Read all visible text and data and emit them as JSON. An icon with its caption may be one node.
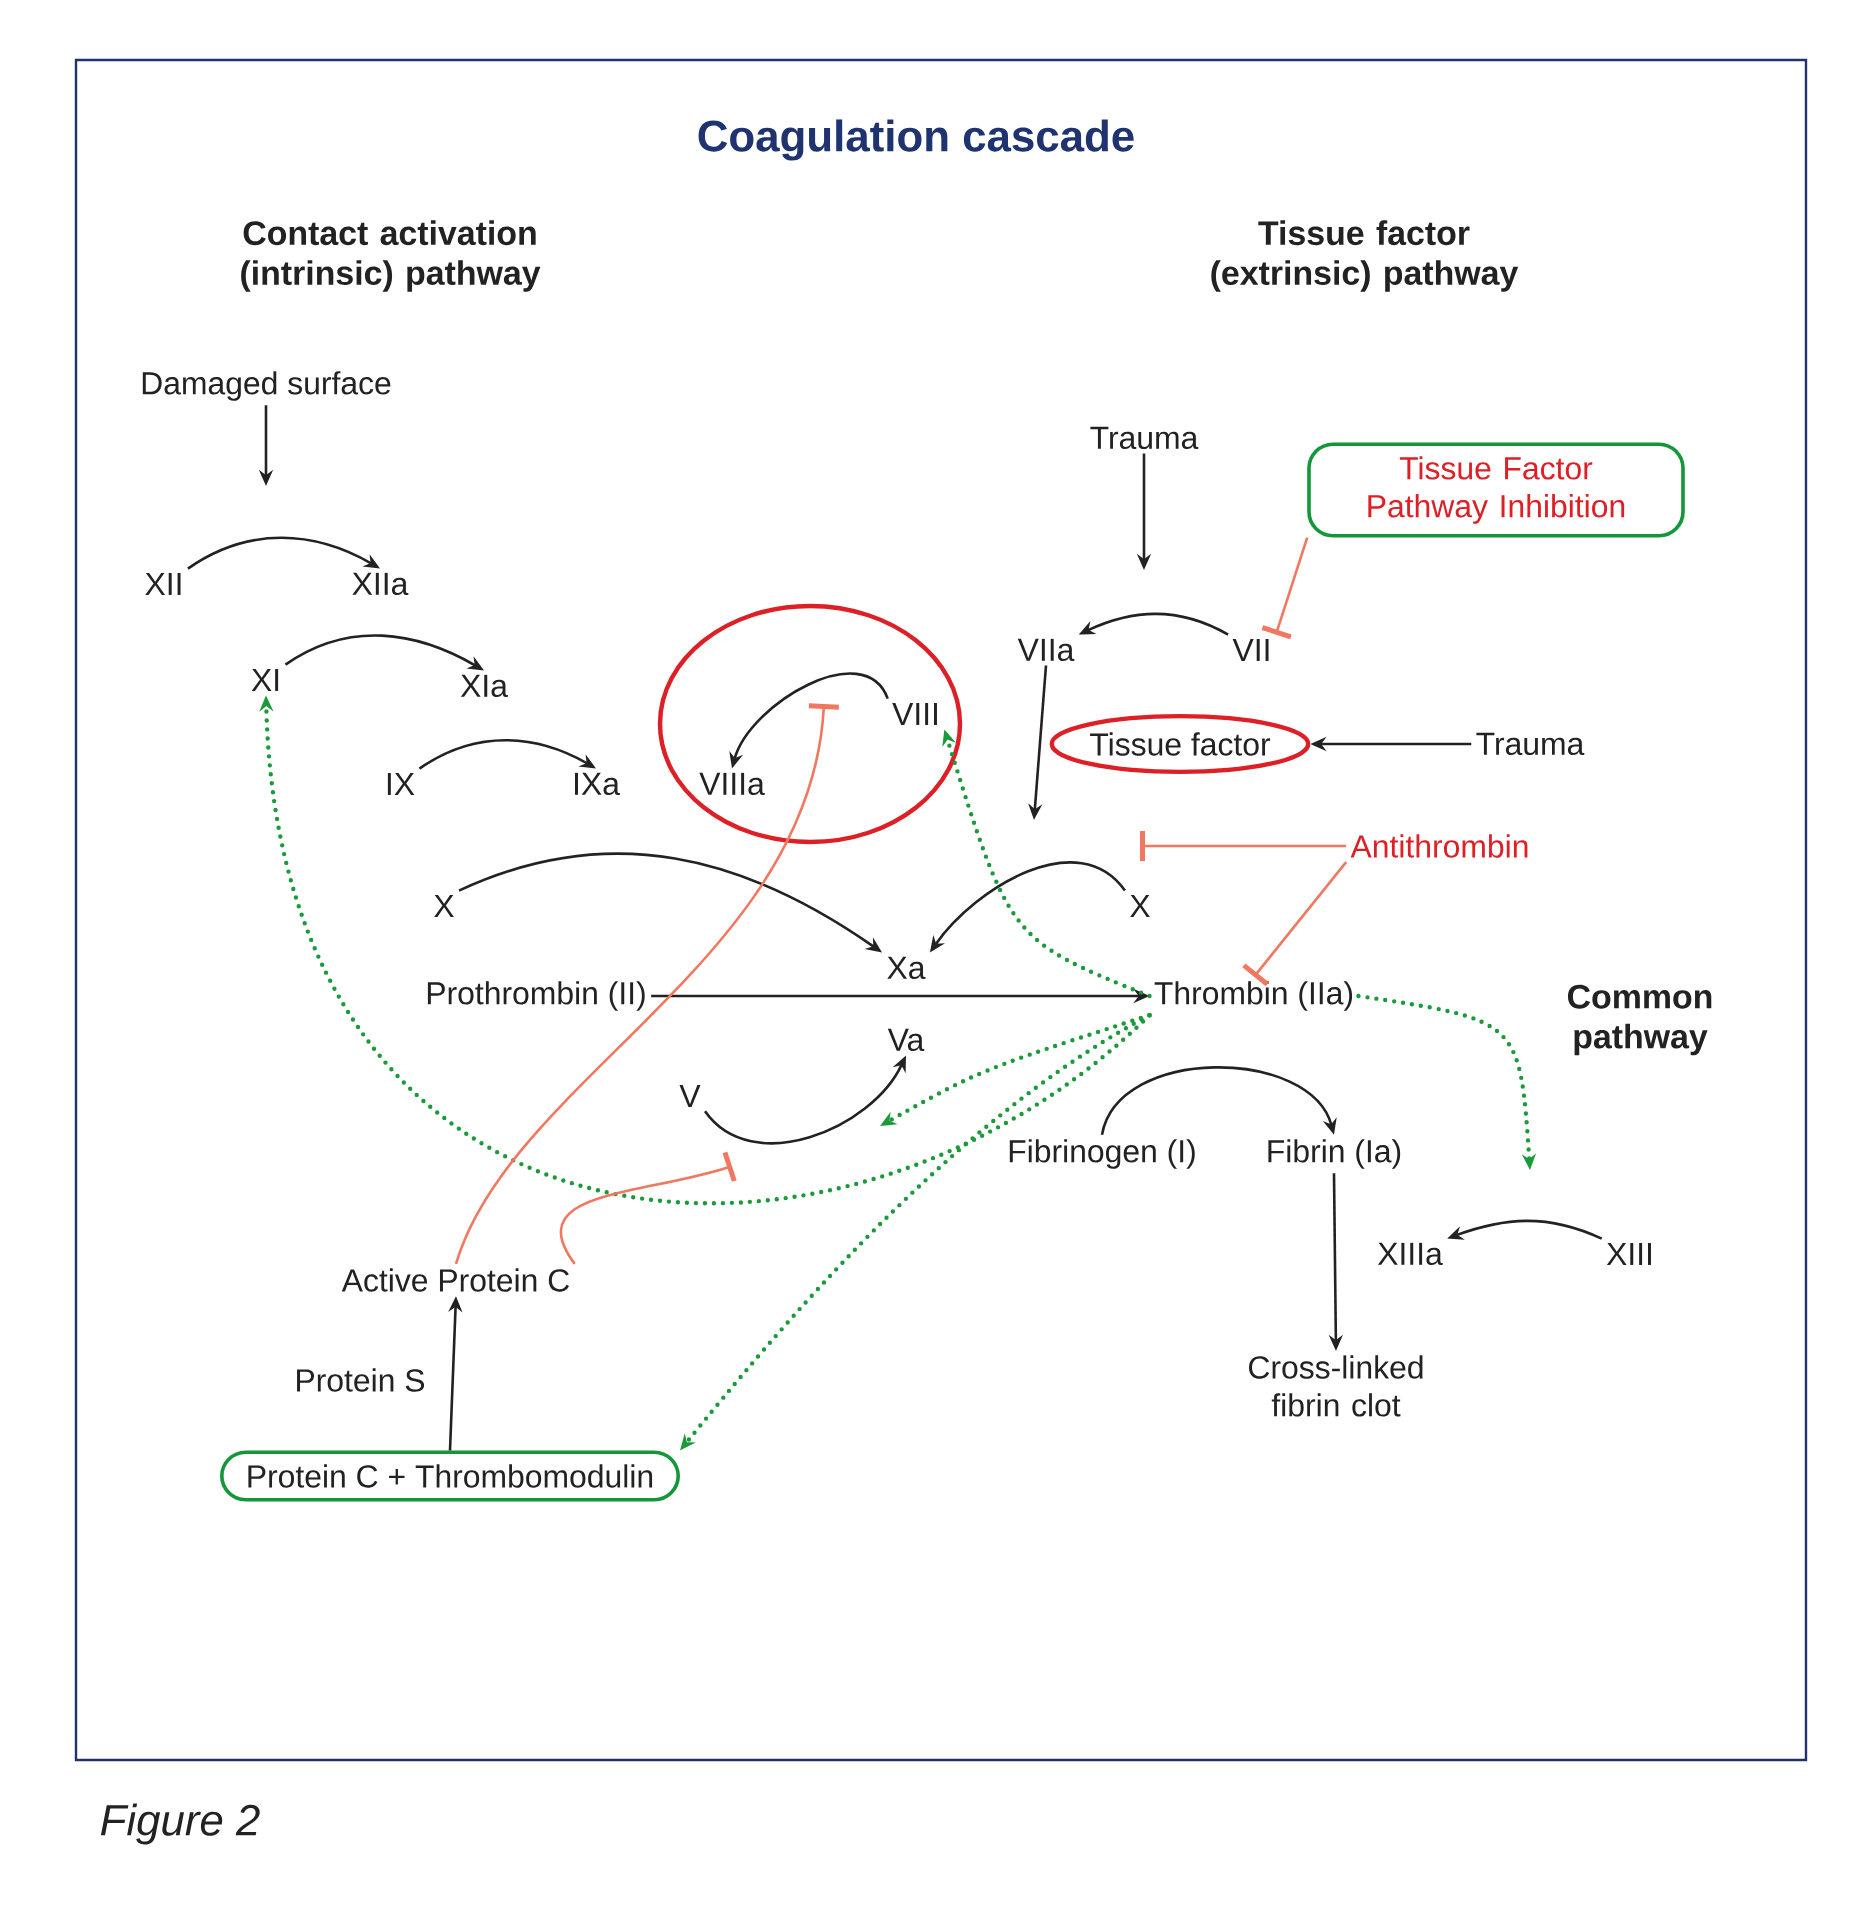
{
  "diagram": {
    "title": "Coagulation cascade",
    "nodes": [
      {
        "text": [
          "Damaged surface"
        ]
      },
      {
        "text": [
          "XII"
        ]
      },
      {
        "text": [
          "XIIa"
        ]
      },
      {
        "text": [
          "XI"
        ]
      },
      {
        "text": [
          "XIa"
        ]
      },
      {
        "text": [
          "IX"
        ]
      },
      {
        "text": [
          "IXa"
        ]
      },
      {
        "text": [],
        "shape": "circle"
      },
      {
        "text": [
          "VIIIa"
        ],
        "in": 7
      },
      {
        "text": [
          "VIII"
        ],
        "in": 7
      },
      {
        "text": [
          "X"
        ]
      },
      {
        "text": [
          "Xa"
        ]
      },
      {
        "text": [
          "Prothrombin (II)"
        ]
      },
      {
        "text": [
          "Va"
        ]
      },
      {
        "text": [
          "V"
        ]
      },
      {
        "text": [
          "Active Protein C"
        ]
      },
      {
        "text": [
          "Protein C + Thrombomodulin"
        ]
      },
      {
        "text": [
          "Trauma"
        ]
      },
      {
        "text": [
          "Tissue Factor Pathway Inhibition"
        ]
      },
      {
        "text": [
          "VIIa"
        ]
      },
      {
        "text": [
          "VII"
        ]
      },
      {
        "text": [
          "Tissue factor"
        ]
      },
      {
        "text": [
          "Trauma"
        ]
      },
      {
        "text": [
          "Antithrombin"
        ]
      },
      {
        "text": [
          "X"
        ]
      },
      {
        "text": [
          "Thrombin (IIa)"
        ]
      },
      {
        "text": [
          "Fibrinogen (I)"
        ]
      },
      {
        "text": [
          "Fibrin (Ia)"
        ]
      },
      {
        "text": [
          "XIIIa"
        ]
      },
      {
        "text": [
          "XIII"
        ]
      },
      {
        "text": [
          "Cross-linked fibrin clot"
        ]
      }
    ],
    "edges": [
      {
        "from": 0,
        "to": null,
        "arrow": "to"
      },
      {
        "from": 1,
        "to": 2,
        "arrow": "to"
      },
      {
        "from": 3,
        "to": 4,
        "arrow": "to"
      },
      {
        "from": 5,
        "to": 6,
        "arrow": "to"
      },
      {
        "from": 9,
        "to": 8,
        "arrow": "to"
      },
      {
        "from": 10,
        "to": 11,
        "arrow": "to"
      },
      {
        "from": 24,
        "to": 11,
        "arrow": "to"
      },
      {
        "from": 12,
        "to": 25,
        "arrow": "to"
      },
      {
        "from": 14,
        "to": 13,
        "arrow": "to"
      },
      {
        "from": 17,
        "to": null,
        "arrow": "to"
      },
      {
        "from": 20,
        "to": 19,
        "arrow": "to"
      },
      {
        "from": 19,
        "to": null,
        "arrow": "to"
      },
      {
        "from": 22,
        "to": 21,
        "arrow": "to"
      },
      {
        "from": 26,
        "to": 27,
        "arrow": "to"
      },
      {
        "from": 29,
        "to": 28,
        "arrow": "to"
      },
      {
        "from": 27,
        "to": 30,
        "arrow": "to"
      },
      {
        "from": 16,
        "to": 15,
        "arrow": "to",
        "label": "Protein S"
      },
      {
        "from": 25,
        "to": 3,
        "arrow": "to",
        "style": "dashed",
        "color": "#1a9a3a"
      },
      {
        "from": 25,
        "to": 9,
        "arrow": "to",
        "style": "dashed",
        "color": "#1a9a3a"
      },
      {
        "from": 25,
        "to": null,
        "arrow": "to",
        "style": "dashed",
        "color": "#1a9a3a"
      },
      {
        "from": 25,
        "to": 16,
        "arrow": "to",
        "style": "dashed",
        "color": "#1a9a3a"
      },
      {
        "from": 25,
        "to": null,
        "arrow": "to",
        "style": "dashed",
        "color": "#1a9a3a"
      },
      {
        "from": 18,
        "to": 20,
        "arrow": "other",
        "color": "#f07860"
      },
      {
        "from": 23,
        "to": 24,
        "arrow": "other",
        "color": "#f07860"
      },
      {
        "from": 23,
        "to": 25,
        "arrow": "other",
        "color": "#f07860"
      },
      {
        "from": 15,
        "to": null,
        "arrow": "other",
        "color": "#f07860"
      },
      {
        "from": 15,
        "to": null,
        "arrow": "other",
        "color": "#f07860"
      }
    ],
    "labels": [
      "Contact activation (intrinsic) pathway",
      "Tissue factor (extrinsic) pathway",
      "Common pathway",
      "Figure 2"
    ]
  }
}
